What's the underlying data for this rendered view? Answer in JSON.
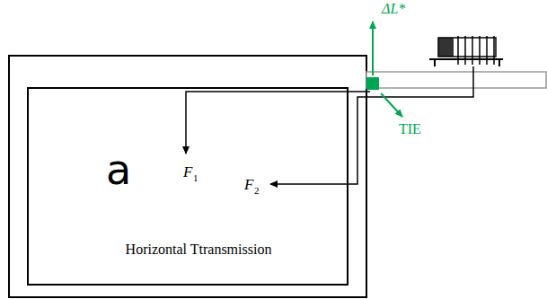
{
  "diagram": {
    "nodes": [
      {
        "text": [
          "Horizontal Ttransmission"
        ]
      }
    ],
    "labels": [
      "a",
      "F",
      "1",
      "F",
      "2",
      "ΔL*",
      "TIE"
    ]
  }
}
